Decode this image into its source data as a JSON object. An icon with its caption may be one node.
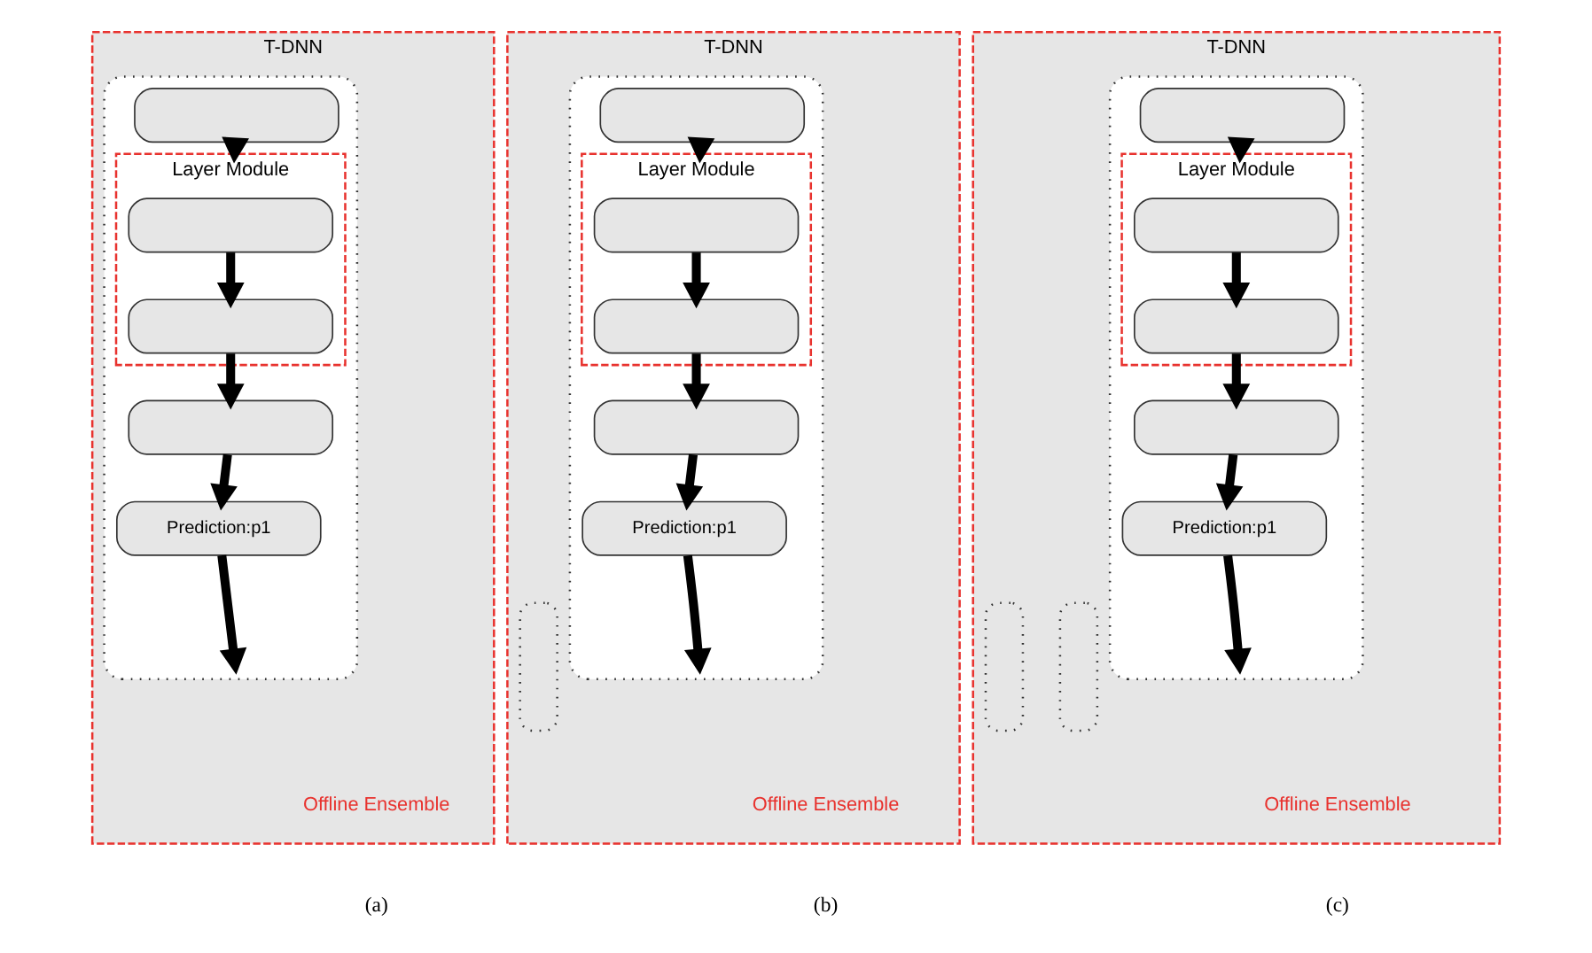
{
  "diagram": {
    "nodes": [
      {
        "text": [
          "T-DNN",
          "Offline Ensemble"
        ]
      },
      {
        "text": [],
        "shape": "box",
        "in": 0
      },
      {
        "text": [],
        "shape": "box",
        "in": 1
      },
      {
        "text": [
          "Layer Module"
        ],
        "in": 1
      },
      {
        "text": [],
        "shape": "box",
        "in": 3
      },
      {
        "text": [],
        "shape": "box",
        "in": 3
      },
      {
        "text": [],
        "shape": "box",
        "in": 1
      },
      {
        "text": [
          "Prediction:p1"
        ],
        "in": 1
      },
      {
        "text": [
          "T-DNN",
          "Offline Ensemble"
        ]
      },
      {
        "text": [],
        "shape": "box",
        "in": 8
      },
      {
        "text": [],
        "shape": "box",
        "in": 8
      },
      {
        "text": [],
        "shape": "box",
        "in": 9
      },
      {
        "text": [
          "Layer Module"
        ],
        "in": 9
      },
      {
        "text": [],
        "shape": "box",
        "in": 12
      },
      {
        "text": [],
        "shape": "box",
        "in": 12
      },
      {
        "text": [],
        "shape": "box",
        "in": 9
      },
      {
        "text": [
          "Prediction:p1"
        ],
        "in": 9
      },
      {
        "text": [
          "T-DNN",
          "Offline Ensemble"
        ]
      },
      {
        "text": [],
        "shape": "box",
        "in": 17
      },
      {
        "text": [],
        "shape": "box",
        "in": 17
      },
      {
        "text": [],
        "shape": "box",
        "in": 17
      },
      {
        "text": [],
        "shape": "box",
        "in": 18
      },
      {
        "text": [
          "Layer Module"
        ],
        "in": 18
      },
      {
        "text": [],
        "shape": "box",
        "in": 22
      },
      {
        "text": [],
        "shape": "box",
        "in": 22
      },
      {
        "text": [],
        "shape": "box",
        "in": 18
      },
      {
        "text": [
          "Prediction:p1"
        ],
        "in": 18
      }
    ],
    "edges": [
      {
        "from": 2,
        "to": 3,
        "arrow": "to"
      },
      {
        "from": 4,
        "to": 5,
        "arrow": "to"
      },
      {
        "from": 5,
        "to": 6,
        "arrow": "to"
      },
      {
        "from": 6,
        "to": 7,
        "arrow": "to"
      },
      {
        "from": 7,
        "to": null,
        "arrow": "to"
      },
      {
        "from": 11,
        "to": 12,
        "arrow": "to"
      },
      {
        "from": 13,
        "to": 14,
        "arrow": "to"
      },
      {
        "from": 14,
        "to": 15,
        "arrow": "to"
      },
      {
        "from": 15,
        "to": 16,
        "arrow": "to"
      },
      {
        "from": 16,
        "to": null,
        "arrow": "to"
      },
      {
        "from": 21,
        "to": 22,
        "arrow": "to"
      },
      {
        "from": 23,
        "to": 24,
        "arrow": "to"
      },
      {
        "from": 24,
        "to": 25,
        "arrow": "to"
      },
      {
        "from": 25,
        "to": 26,
        "arrow": "to"
      },
      {
        "from": 26,
        "to": null,
        "arrow": "to"
      }
    ],
    "labels": [
      "(a)",
      "(b)",
      "(c)"
    ]
  }
}
